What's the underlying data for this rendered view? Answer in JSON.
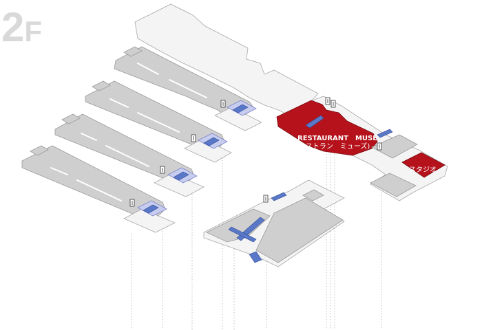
{
  "floor": {
    "number": "2",
    "suffix": "F"
  },
  "labels": {
    "restaurant_name": "RESTAURANT　MUSE",
    "restaurant_kana": "(レストラン　ミューズ)",
    "studio": "スタジオ"
  },
  "colors": {
    "highlight": "#b5121b",
    "building": "#cfcfcf",
    "corridor": "#f4f4f4",
    "floor_label": "#d9d9d9",
    "escalator": "#5a78c8"
  },
  "icons": [
    "elevator-icon",
    "escalator-icon"
  ]
}
